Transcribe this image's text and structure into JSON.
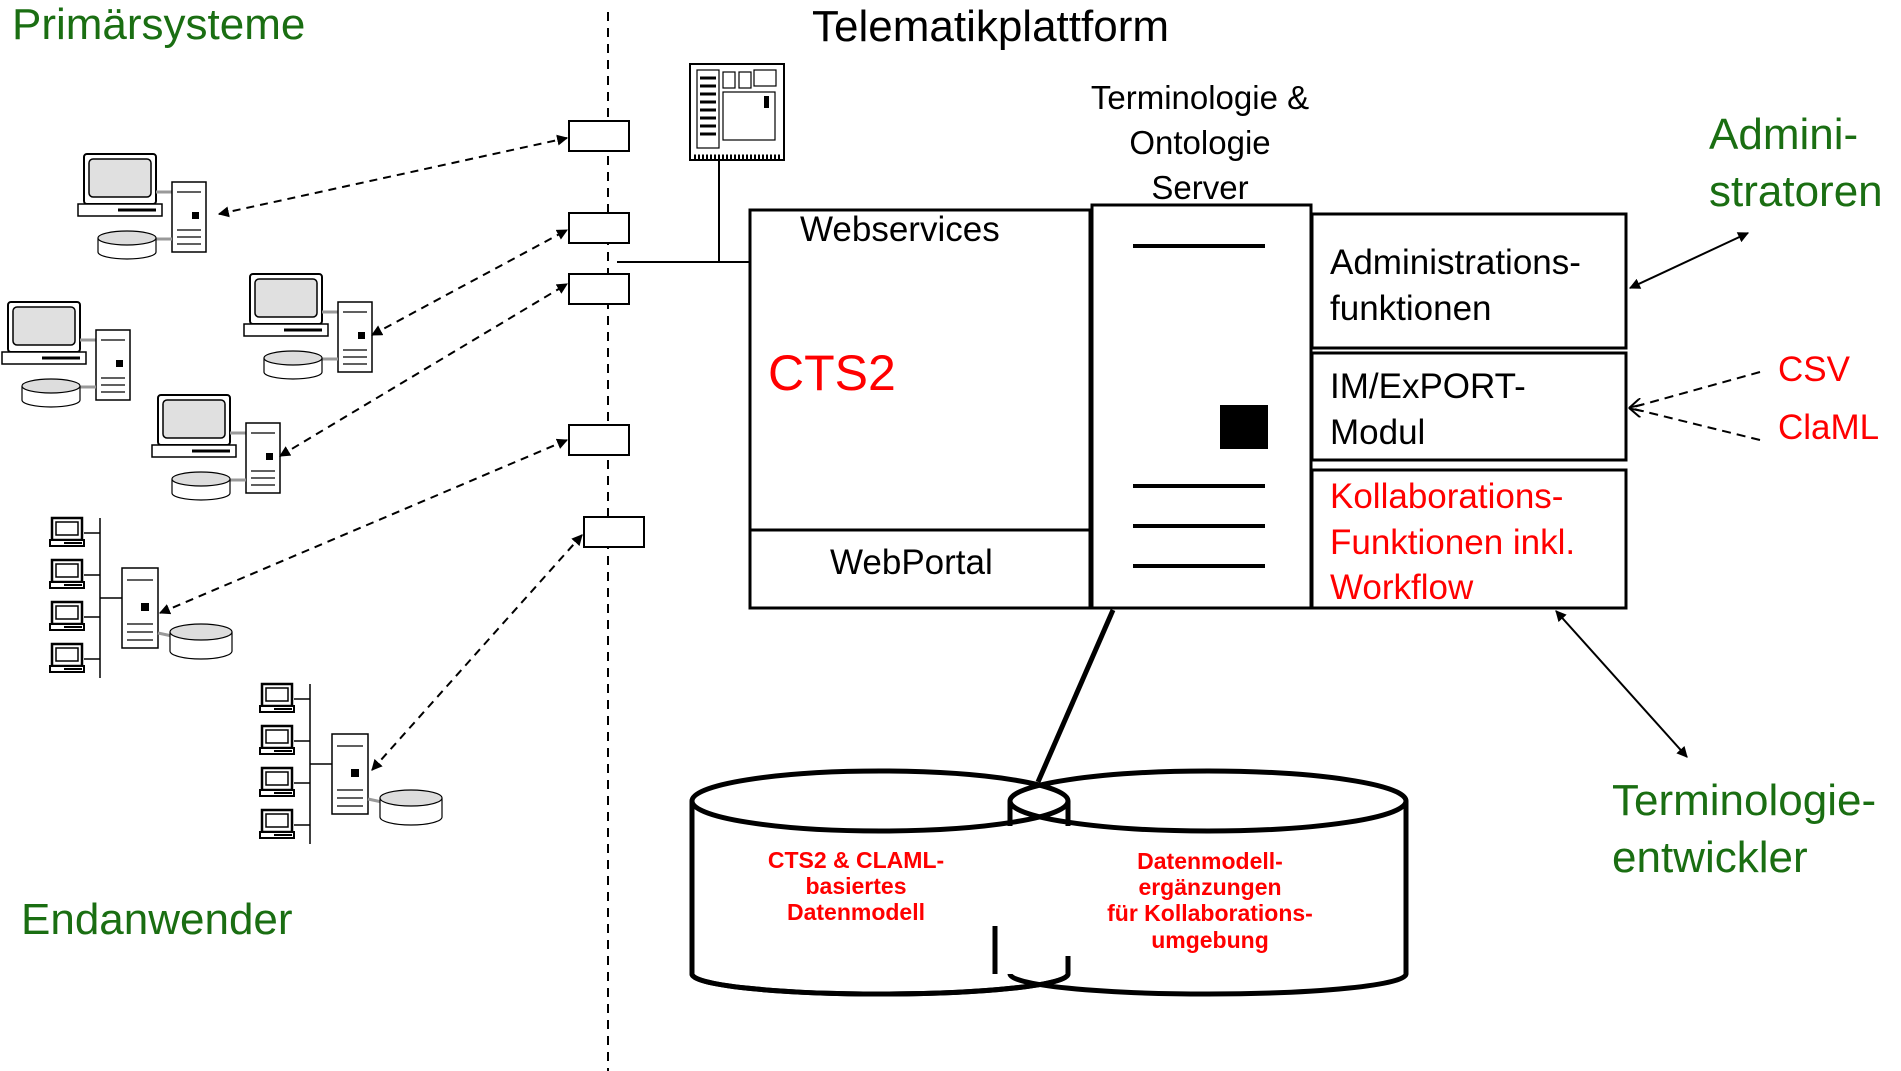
{
  "labels": {
    "primaersysteme": "Primärsysteme",
    "endanwender": "Endanwender",
    "telematikplattform": "Telematikplattform",
    "server_title": [
      "Terminologie &",
      "Ontologie",
      "Server"
    ],
    "administratoren": [
      "Admini-",
      "stratoren"
    ],
    "terminologieentwickler": [
      "Terminologie-",
      "entwickler"
    ]
  },
  "platform": {
    "webservices": "Webservices",
    "cts2": "CTS2",
    "webportal": "WebPortal",
    "admin_funktionen": [
      "Administrations-",
      "funktionen"
    ],
    "import_modul": [
      "IM/ExPORT-",
      "Modul"
    ],
    "kollaboration": [
      "Kollaborations-",
      "Funktionen inkl.",
      "Workflow"
    ]
  },
  "formats": {
    "csv": "CSV",
    "claml": "ClaML"
  },
  "databases": {
    "left": [
      "CTS2 & CLAML-",
      "basiertes",
      "Datenmodell"
    ],
    "right": [
      "Datenmodell-",
      "ergänzungen",
      "für Kollaborations-",
      "umgebung"
    ]
  },
  "colors": {
    "green": "#1a6e12",
    "red": "#ff0000",
    "black": "#000000"
  }
}
